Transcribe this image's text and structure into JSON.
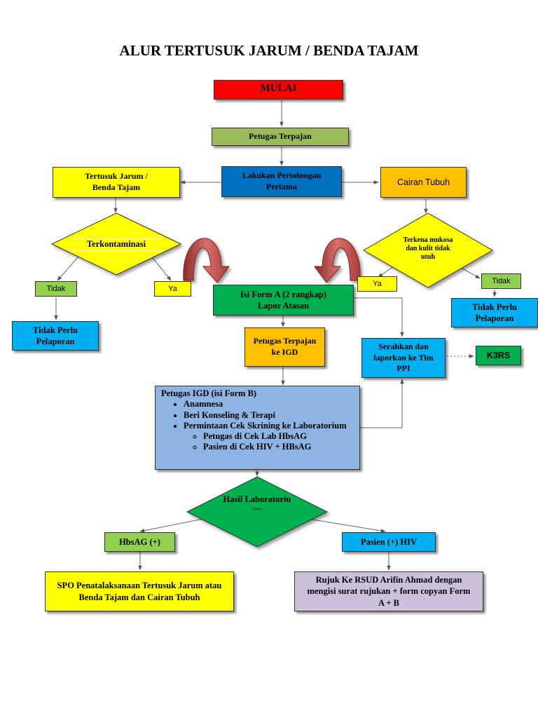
{
  "title": "ALUR TERTUSUK JARUM / BENDA TAJAM",
  "colors": {
    "red": "#ff0000",
    "olive_green": "#9bbb59",
    "blue": "#0070c0",
    "yellow": "#ffff00",
    "orange": "#ffc000",
    "green": "#00b050",
    "light_green": "#92d050",
    "sky_blue": "#00b0f0",
    "periwinkle": "#8eb4e3",
    "lavender": "#ccc0da",
    "arrow_red": "#c0504d"
  },
  "nodes": {
    "mulai": "MULAI",
    "petugas_terpajan": "Petugas Terpajan",
    "pertolongan_pertama": "Lakukan Pertolongan Pertama",
    "tertusuk_jarum": "Tertusuk Jarum / Benda Tajam",
    "cairan_tubuh": "Cairan Tubuh",
    "terkontaminasi": "Terkontaminasi",
    "terkena_mukosa": "Terkena mukosa dan kulit tidak utuh",
    "tidak_left": "Tidak",
    "ya_left": "Ya",
    "ya_right": "Ya",
    "tidak_right": "Tidak",
    "tidak_perlu_left": "Tidak Perlu Pelaporan",
    "tidak_perlu_right": "Tidak Perlu Pelaporan",
    "isi_form_a": "Isi Form A (2 rangkap) Lapor Atasan",
    "petugas_ke_igd": "Petugas Terpajan ke IGD",
    "serahkan": "Serahkan dan laporkan ke Tim PPI",
    "k3rs": "K3RS",
    "igd_title": "Petugas IGD (isi Form B)",
    "igd_items": [
      "Anamnesa",
      "Beri Konseling & Terapi",
      "Permintaan Cek Skrining ke Laboratorium"
    ],
    "igd_subitems": [
      "Petugas di Cek Lab HbsAG",
      "Pasien di Cek HIV + HBsAG"
    ],
    "hasil_lab": "Hasil Laboratoriu",
    "hasil_lab_tail": "---",
    "hbsag": "HbsAG (+)",
    "pasien_hiv": "Pasien (+) HIV",
    "spo": "SPO Penatalaksanaan Tertusuk Jarum atau Benda Tajam dan Cairan Tubuh",
    "rujuk": "Rujuk Ke RSUD Arifin Ahmad dengan mengisi surat rujukan + form copyan Form A + B"
  }
}
